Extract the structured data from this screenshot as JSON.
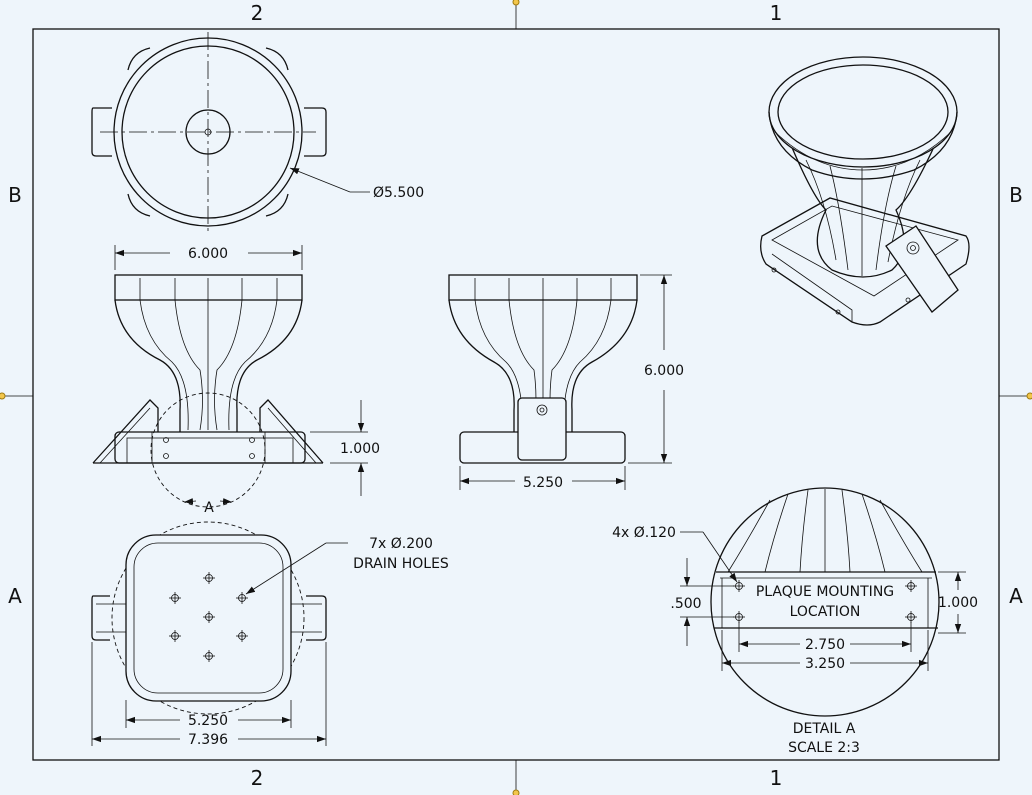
{
  "sheet": {
    "zones_top": [
      "2",
      "1"
    ],
    "zones_bottom": [
      "2",
      "1"
    ],
    "zones_left": [
      "B",
      "A"
    ],
    "zones_right": [
      "B",
      "A"
    ]
  },
  "top_view": {
    "diameter_label": "Ø5.500"
  },
  "front_view": {
    "width_label": "6.000",
    "base_height_label": "1.000",
    "detail_marker": "A"
  },
  "side_view": {
    "height_label": "6.000",
    "width_label": "5.250"
  },
  "bottom_view": {
    "holes_note_line1": "7x Ø.200",
    "holes_note_line2": "DRAIN HOLES",
    "inner_width_label": "5.250",
    "outer_width_label": "7.396"
  },
  "detail_view": {
    "holes_label": "4x Ø.120",
    "plaque_line1": "PLAQUE MOUNTING",
    "plaque_line2": "LOCATION",
    "hole_spacing_v": ".500",
    "plaque_height": "1.000",
    "hole_spacing_h": "2.750",
    "plaque_width": "3.250",
    "title_line1": "DETAIL A",
    "title_line2": "SCALE 2:3"
  }
}
